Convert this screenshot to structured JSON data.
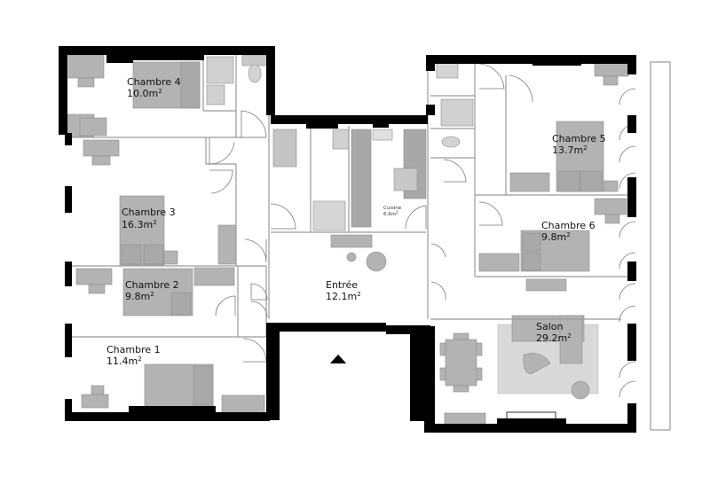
{
  "plan": {
    "colors": {
      "wall": "#000000",
      "furniture": "#b3b3b3",
      "furniture_stroke": "#8c8c8c",
      "rug": "#d9d9d9",
      "thin_line": "#9a9a9a",
      "background": "#ffffff"
    },
    "entrance_marker": "triangle-up",
    "rooms": [
      {
        "id": "chambre4",
        "name": "Chambre 4",
        "area": "10.0m",
        "sup": "2"
      },
      {
        "id": "chambre3",
        "name": "Chambre 3",
        "area": "16.3m",
        "sup": "2"
      },
      {
        "id": "chambre2",
        "name": "Chambre 2",
        "area": "9.8m",
        "sup": "2"
      },
      {
        "id": "chambre1",
        "name": "Chambre 1",
        "area": "11.4m",
        "sup": "2"
      },
      {
        "id": "entree",
        "name": "Entrée",
        "area": "12.1m",
        "sup": "2"
      },
      {
        "id": "cuisine",
        "name": "Cuisine",
        "area": "6.6m",
        "sup": "2"
      },
      {
        "id": "chambre5",
        "name": "Chambre 5",
        "area": "13.7m",
        "sup": "2"
      },
      {
        "id": "chambre6",
        "name": "Chambre 6",
        "area": "9.8m",
        "sup": "2"
      },
      {
        "id": "salon",
        "name": "Salon",
        "area": "29.2m",
        "sup": "2"
      }
    ]
  }
}
